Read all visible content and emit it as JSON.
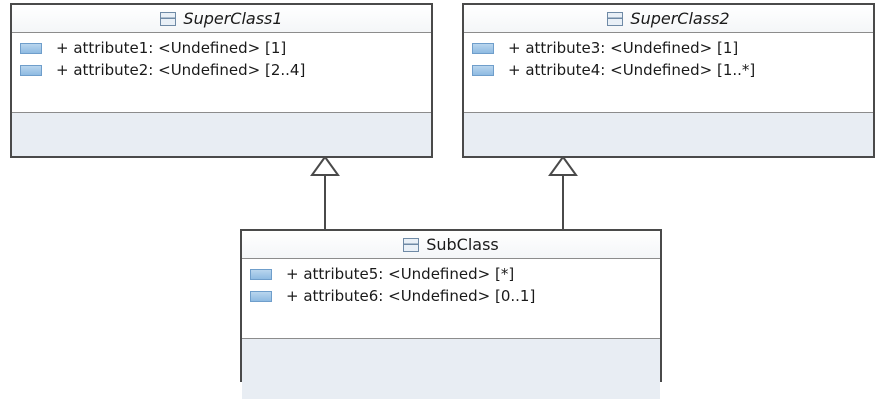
{
  "classes": [
    {
      "name": "SuperClass1",
      "abstract": true,
      "attributes": [
        "+ attribute1: <Undefined> [1]",
        "+ attribute2: <Undefined> [2..4]"
      ]
    },
    {
      "name": "SuperClass2",
      "abstract": true,
      "attributes": [
        "+ attribute3: <Undefined> [1]",
        "+ attribute4: <Undefined> [1..*]"
      ]
    },
    {
      "name": "SubClass",
      "abstract": false,
      "attributes": [
        "+ attribute5: <Undefined> [*]",
        "+ attribute6: <Undefined> [0..1]"
      ]
    }
  ],
  "generalizations": [
    {
      "from": "SubClass",
      "to": "SuperClass1"
    },
    {
      "from": "SubClass",
      "to": "SuperClass2"
    }
  ],
  "colors": {
    "border": "#4a4a4a",
    "compartment_fill": "#e8edf3",
    "attribute_icon": "#8fbbe2"
  }
}
